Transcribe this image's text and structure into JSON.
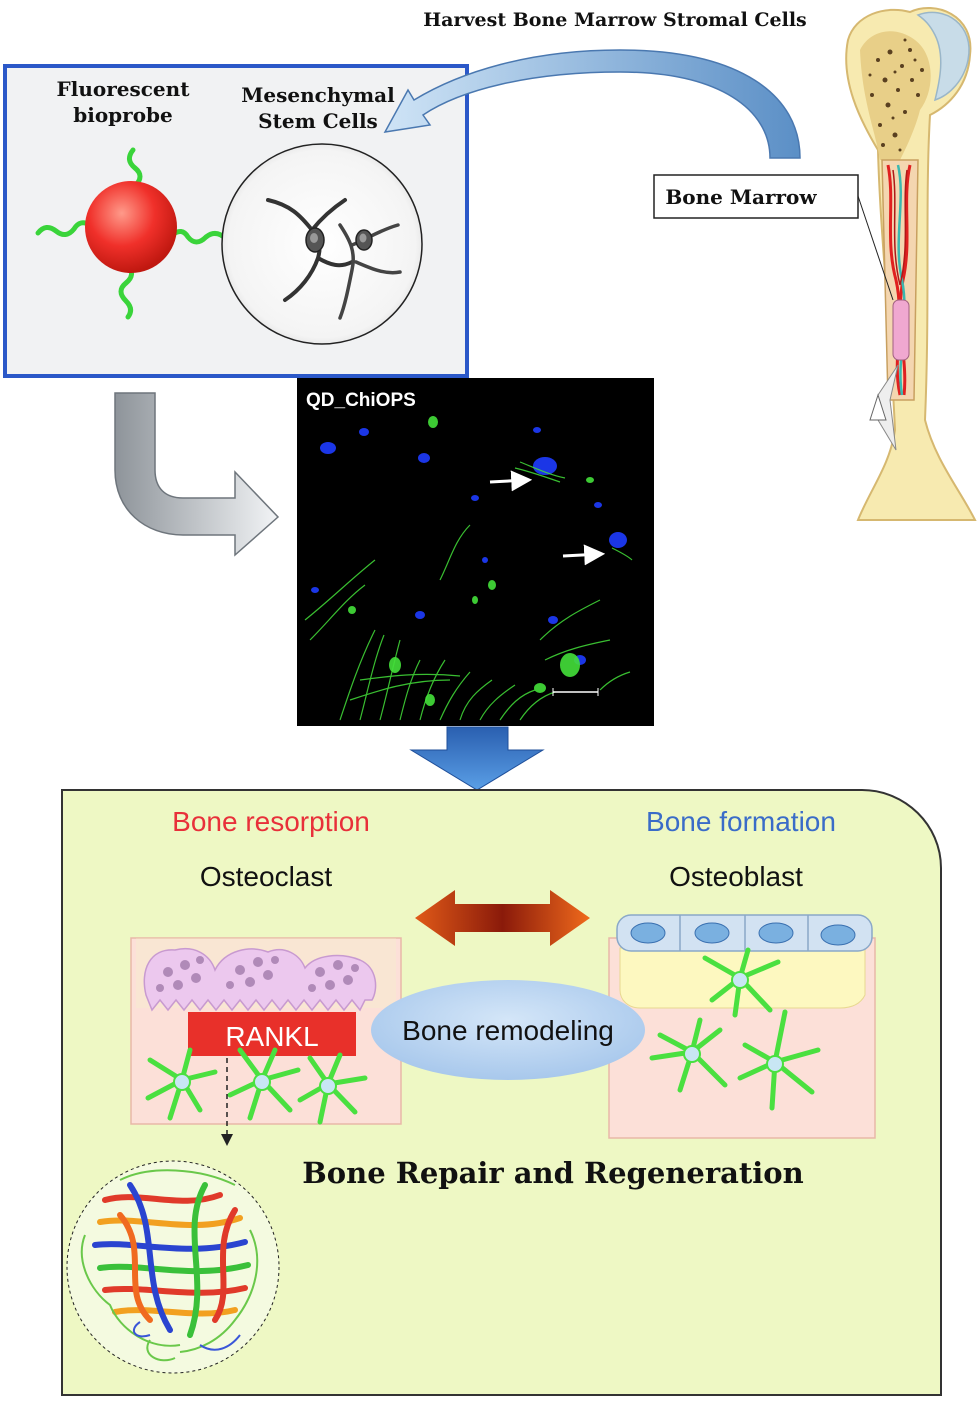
{
  "harvest_label": "Harvest Bone Marrow Stromal Cells",
  "bone_marrow_label": "Bone Marrow",
  "bioprobe_label_line1": "Fluorescent",
  "bioprobe_label_line2": "bioprobe",
  "msc_label_line1": "Mesenchymal",
  "msc_label_line2": "Stem Cells",
  "micrograph_label": "QD_ChiOPS",
  "bone_resorption_label": "Bone resorption",
  "bone_formation_label": "Bone formation",
  "osteoclast_label": "Osteoclast",
  "osteoblast_label": "Osteoblast",
  "rankl_label": "RANKL",
  "remodeling_label": "Bone remodeling",
  "repair_label": "Bone Repair and Regeneration",
  "colors": {
    "panel_fill": "#eef8c4",
    "resorption_red": "#e8303a",
    "formation_blue": "#3a6cc8",
    "rankl_red": "#e8302a",
    "fluor_green": "#44d044",
    "cell_green": "#55e84a"
  }
}
